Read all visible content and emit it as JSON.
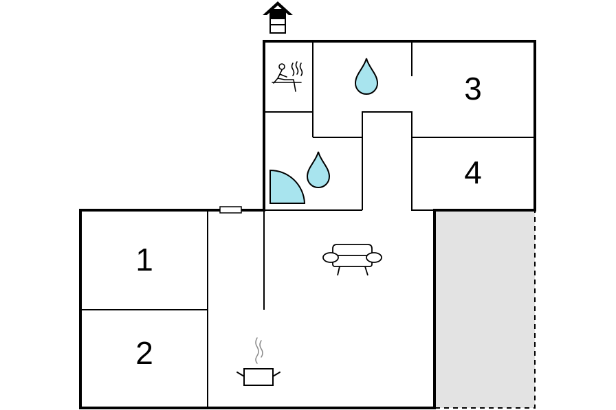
{
  "floorplan": {
    "rooms": [
      {
        "id": "bedroom-1",
        "label": "1"
      },
      {
        "id": "bedroom-2",
        "label": "2"
      },
      {
        "id": "bedroom-3",
        "label": "3"
      },
      {
        "id": "bedroom-4",
        "label": "4"
      }
    ],
    "icons": {
      "entrance": "house-entrance-icon",
      "sauna": "sauna-icon",
      "water_upper": "water-drop-icon",
      "water_lower": "water-drop-icon",
      "shower": "shower-icon",
      "sofa": "sofa-icon",
      "kitchen": "cooking-pot-icon"
    },
    "colors": {
      "wall": "#000000",
      "water": "#a8e4ee",
      "terrace": "#e3e3e3",
      "background": "#ffffff"
    }
  }
}
